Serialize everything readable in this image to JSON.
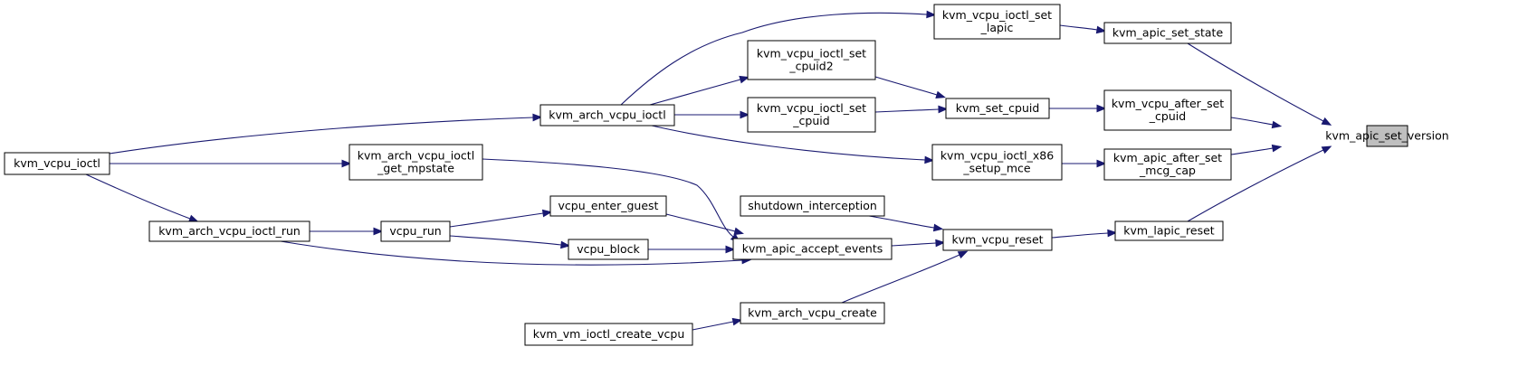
{
  "colors": {
    "edge": "#191970",
    "node_fill": "#ffffff",
    "highlight_fill": "#bfbfbf",
    "border": "#000000"
  },
  "nodes": [
    {
      "id": "version",
      "lines": [
        "kvm_apic_set_version"
      ],
      "highlight": true
    },
    {
      "id": "set_state",
      "lines": [
        "kvm_apic_set_state"
      ]
    },
    {
      "id": "after_cpuid",
      "lines": [
        "kvm_vcpu_after_set",
        "_cpuid"
      ]
    },
    {
      "id": "after_mcg",
      "lines": [
        "kvm_apic_after_set",
        "_mcg_cap"
      ]
    },
    {
      "id": "lapic_reset",
      "lines": [
        "kvm_lapic_reset"
      ]
    },
    {
      "id": "ioctl_set_lapic",
      "lines": [
        "kvm_vcpu_ioctl_set",
        "_lapic"
      ]
    },
    {
      "id": "set_cpuid",
      "lines": [
        "kvm_set_cpuid"
      ]
    },
    {
      "id": "setup_mce",
      "lines": [
        "kvm_vcpu_ioctl_x86",
        "_setup_mce"
      ]
    },
    {
      "id": "vcpu_reset",
      "lines": [
        "kvm_vcpu_reset"
      ]
    },
    {
      "id": "ioctl_set_cpuid2",
      "lines": [
        "kvm_vcpu_ioctl_set",
        "_cpuid2"
      ]
    },
    {
      "id": "ioctl_set_cpuid",
      "lines": [
        "kvm_vcpu_ioctl_set",
        "_cpuid"
      ]
    },
    {
      "id": "shutdown",
      "lines": [
        "shutdown_interception"
      ]
    },
    {
      "id": "accept_events",
      "lines": [
        "kvm_apic_accept_events"
      ]
    },
    {
      "id": "arch_create",
      "lines": [
        "kvm_arch_vcpu_create"
      ]
    },
    {
      "id": "arch_ioctl",
      "lines": [
        "kvm_arch_vcpu_ioctl"
      ]
    },
    {
      "id": "get_mpstate",
      "lines": [
        "kvm_arch_vcpu_ioctl",
        "_get_mpstate"
      ]
    },
    {
      "id": "enter_guest",
      "lines": [
        "vcpu_enter_guest"
      ]
    },
    {
      "id": "vcpu_block",
      "lines": [
        "vcpu_block"
      ]
    },
    {
      "id": "create_vcpu",
      "lines": [
        "kvm_vm_ioctl_create_vcpu"
      ]
    },
    {
      "id": "vcpu_run",
      "lines": [
        "vcpu_run"
      ]
    },
    {
      "id": "ioctl_run",
      "lines": [
        "kvm_arch_vcpu_ioctl_run"
      ]
    },
    {
      "id": "vcpu_ioctl",
      "lines": [
        "kvm_vcpu_ioctl"
      ]
    }
  ],
  "edges": [
    {
      "from": "set_state",
      "to": "version"
    },
    {
      "from": "after_cpuid",
      "to": "version"
    },
    {
      "from": "after_mcg",
      "to": "version"
    },
    {
      "from": "lapic_reset",
      "to": "version"
    },
    {
      "from": "ioctl_set_lapic",
      "to": "set_state"
    },
    {
      "from": "set_cpuid",
      "to": "after_cpuid"
    },
    {
      "from": "setup_mce",
      "to": "after_mcg"
    },
    {
      "from": "vcpu_reset",
      "to": "lapic_reset"
    },
    {
      "from": "arch_ioctl",
      "to": "ioctl_set_lapic"
    },
    {
      "from": "ioctl_set_cpuid2",
      "to": "set_cpuid"
    },
    {
      "from": "ioctl_set_cpuid",
      "to": "set_cpuid"
    },
    {
      "from": "arch_ioctl",
      "to": "setup_mce"
    },
    {
      "from": "shutdown",
      "to": "vcpu_reset"
    },
    {
      "from": "accept_events",
      "to": "vcpu_reset"
    },
    {
      "from": "arch_create",
      "to": "vcpu_reset"
    },
    {
      "from": "arch_ioctl",
      "to": "ioctl_set_cpuid2"
    },
    {
      "from": "arch_ioctl",
      "to": "ioctl_set_cpuid"
    },
    {
      "from": "get_mpstate",
      "to": "accept_events"
    },
    {
      "from": "enter_guest",
      "to": "accept_events"
    },
    {
      "from": "vcpu_block",
      "to": "accept_events"
    },
    {
      "from": "ioctl_run",
      "to": "accept_events"
    },
    {
      "from": "create_vcpu",
      "to": "arch_create"
    },
    {
      "from": "vcpu_ioctl",
      "to": "arch_ioctl"
    },
    {
      "from": "vcpu_ioctl",
      "to": "get_mpstate"
    },
    {
      "from": "vcpu_run",
      "to": "enter_guest"
    },
    {
      "from": "vcpu_run",
      "to": "vcpu_block"
    },
    {
      "from": "ioctl_run",
      "to": "vcpu_run"
    },
    {
      "from": "vcpu_ioctl",
      "to": "ioctl_run"
    }
  ]
}
